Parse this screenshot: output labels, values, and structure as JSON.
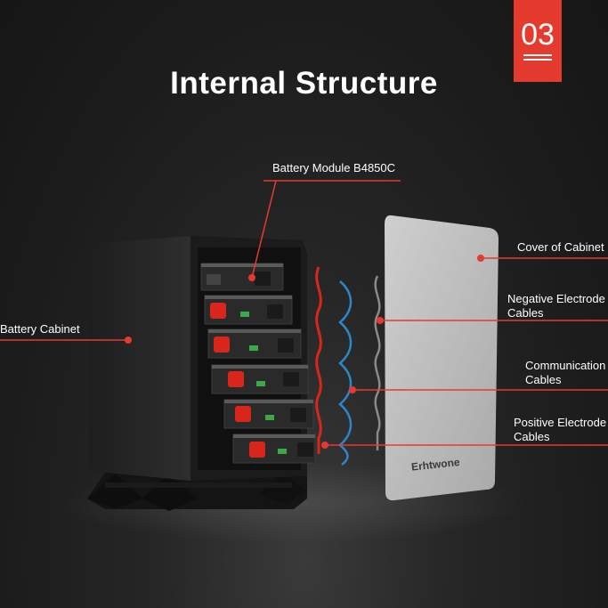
{
  "badge": {
    "number": "03"
  },
  "title": "Internal Structure",
  "labels": {
    "battery_module": "Battery Module B4850C",
    "battery_cabinet": "Battery Cabinet",
    "cover": "Cover of Cabinet",
    "negative_line1": "Negative Electrode",
    "negative_line2": "Cables",
    "communication_line1": "Communication",
    "communication_line2": "Cables",
    "positive_line1": "Positive Electrode",
    "positive_line2": "Cables"
  },
  "brand": "Erhtwone",
  "colors": {
    "accent": "#e43b2e",
    "callout": "#e53a2f",
    "cable_red": "#d9261c",
    "cable_blue": "#2d86c9",
    "cabinet": "#262626",
    "cover": "#bdbdbd"
  }
}
